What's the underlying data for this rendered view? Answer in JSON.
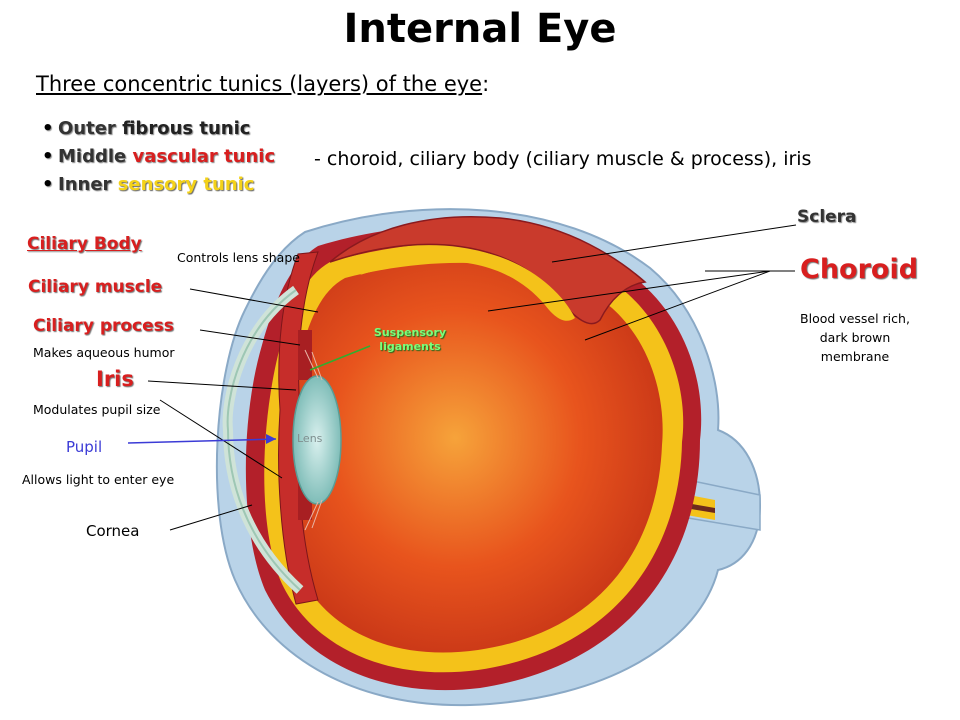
{
  "title": "Internal Eye",
  "subtitle": {
    "main": "Three concentric tunics (layers) of the eye",
    "colon": ":"
  },
  "tunics": [
    {
      "word": "Outer",
      "term": "fibrous tunic",
      "term_color": "#222222"
    },
    {
      "word": "Middle",
      "term": "vascular tunic",
      "term_color": "#d81f1f"
    },
    {
      "word": "Inner",
      "term": "sensory tunic",
      "term_color": "#f4d219"
    }
  ],
  "middle_description": "-  choroid, ciliary body (ciliary muscle & process), iris",
  "labels": {
    "ciliary_body": "Ciliary Body",
    "controls_lens": "Controls lens shape",
    "ciliary_muscle": "Ciliary muscle",
    "ciliary_process": "Ciliary process",
    "makes_humor": "Makes aqueous humor",
    "iris": "Iris",
    "modulates_pupil": "Modulates pupil size",
    "pupil": "Pupil",
    "allows_light": "Allows light to enter eye",
    "cornea": "Cornea",
    "suspensory_1": "Suspensory",
    "suspensory_2": "ligaments",
    "lens": "Lens",
    "sclera": "Sclera",
    "choroid": "Choroid",
    "choroid_desc_1": "Blood vessel rich,",
    "choroid_desc_2": "dark brown",
    "choroid_desc_3": "membrane"
  },
  "colors": {
    "label_red": "#d81f1f",
    "pupil_blue": "#3b3bd6",
    "suspensory_green": "#2fae2f",
    "sclera_blue": "#b9d3e8",
    "choroid_red": "#b3202a",
    "retina_yellow": "#f4c21a",
    "vitreous_orange": "#e8541d"
  }
}
